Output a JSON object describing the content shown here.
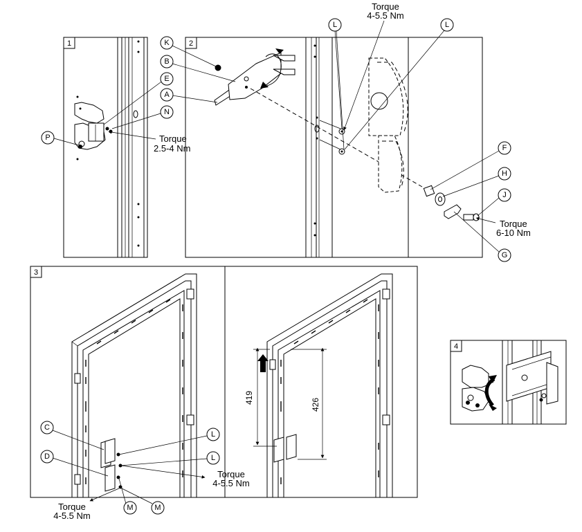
{
  "panels": [
    {
      "id": "1",
      "number": "1"
    },
    {
      "id": "2",
      "number": "2"
    },
    {
      "id": "3",
      "number": "3"
    },
    {
      "id": "4",
      "number": "4"
    }
  ],
  "callouts": {
    "p1_P": "P",
    "p1_E": "E",
    "p1_N": "N",
    "p2_K": "K",
    "p2_B": "B",
    "p2_A": "A",
    "p2_L1": "L",
    "p2_L2": "L",
    "p2_F": "F",
    "p2_H": "H",
    "p2_J": "J",
    "p2_G": "G",
    "p3_C": "C",
    "p3_D": "D",
    "p3_L1": "L",
    "p3_L2": "L",
    "p3_M1": "M",
    "p3_M2": "M"
  },
  "torque": {
    "p1": {
      "line1": "Torque",
      "line2": "2.5-4 Nm"
    },
    "p2_top": {
      "line1": "Torque",
      "line2": "4-5.5 Nm"
    },
    "p2_right": {
      "line1": "Torque",
      "line2": "6-10 Nm"
    },
    "p3_mid": {
      "line1": "Torque",
      "line2": "4-5.5 Nm"
    },
    "p3_bottom": {
      "line1": "Torque",
      "line2": "4-5.5 Nm"
    }
  },
  "dimensions": {
    "d419": "419",
    "d426": "426"
  }
}
